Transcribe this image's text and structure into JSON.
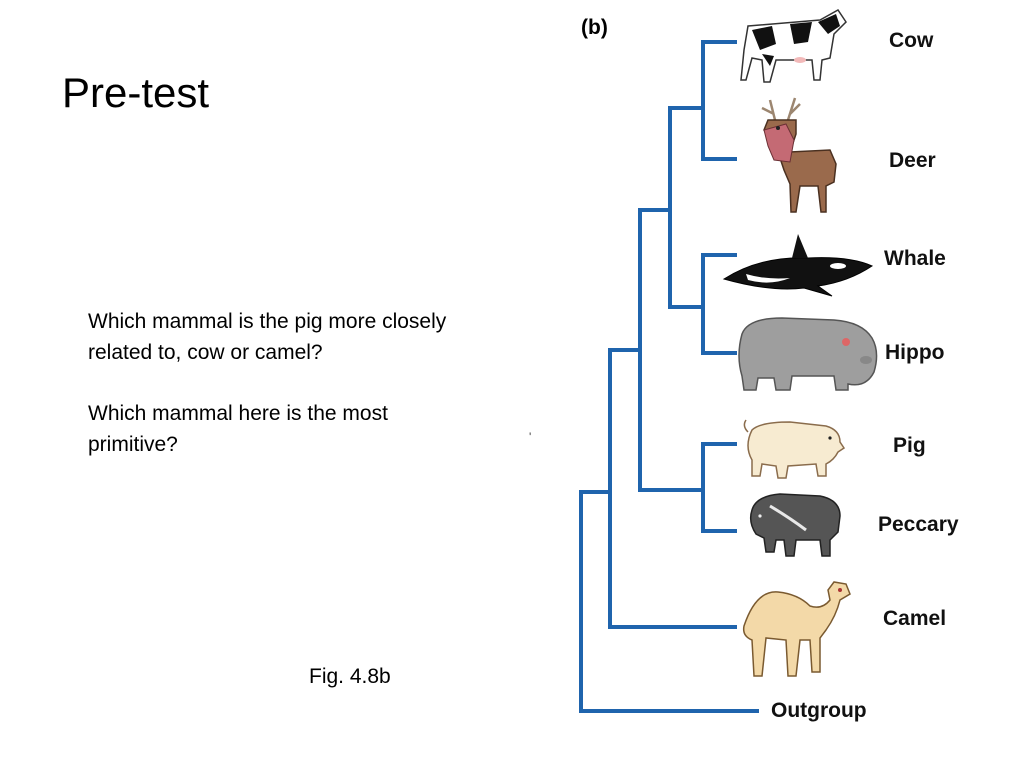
{
  "slide": {
    "title": "Pre-test",
    "questions": [
      "Which mammal is the pig more closely related to, cow or camel?",
      "Which mammal here is the most primitive?"
    ],
    "figure_caption": "Fig. 4.8b",
    "stray_mark": "'"
  },
  "tree": {
    "panel_label": "(b)",
    "branch_color": "#1f64ad",
    "taxa": [
      {
        "label": "Cow",
        "icon": "cow-icon"
      },
      {
        "label": "Deer",
        "icon": "deer-icon"
      },
      {
        "label": "Whale",
        "icon": "whale-icon"
      },
      {
        "label": "Hippo",
        "icon": "hippo-icon"
      },
      {
        "label": "Pig",
        "icon": "pig-icon"
      },
      {
        "label": "Peccary",
        "icon": "peccary-icon"
      },
      {
        "label": "Camel",
        "icon": "camel-icon"
      },
      {
        "label": "Outgroup",
        "icon": ""
      }
    ]
  }
}
